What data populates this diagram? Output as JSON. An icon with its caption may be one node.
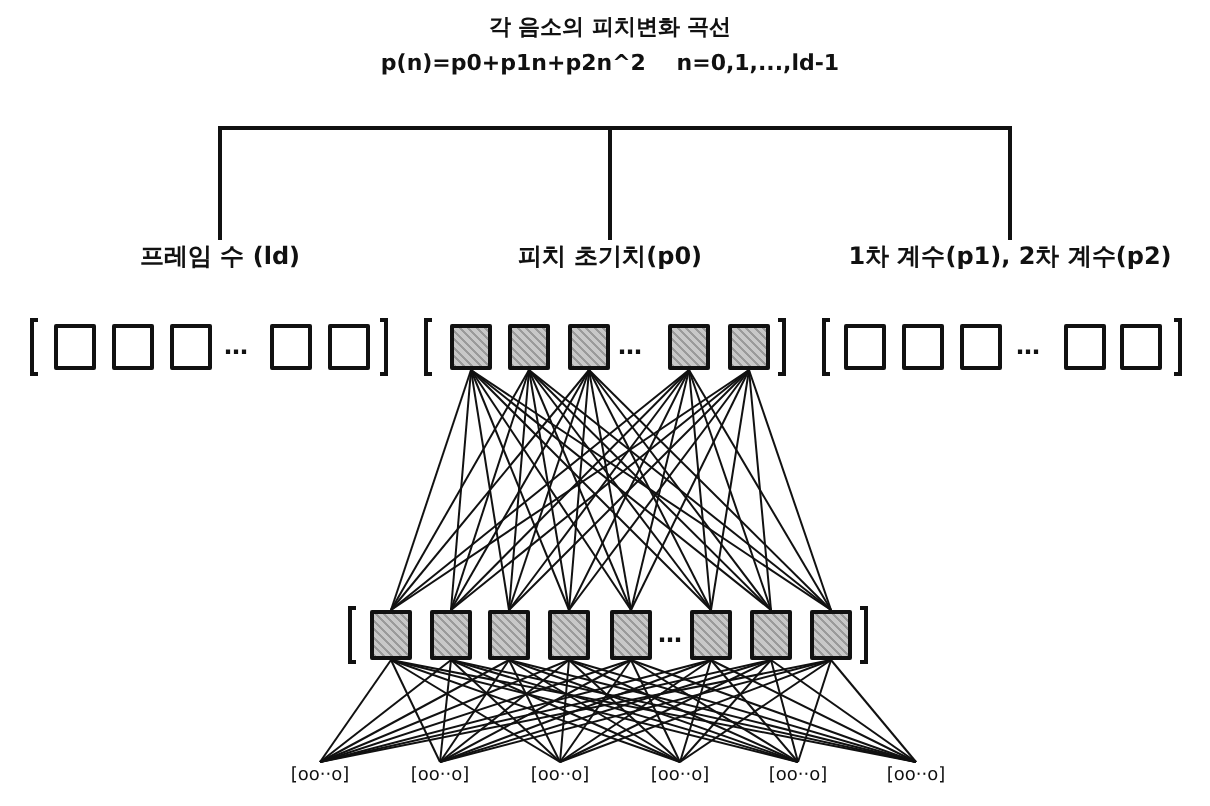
{
  "diagram": {
    "nodes": [
      {
        "text": [
          "각 음소의 피치변화 곡선",
          "p(n)=p0+p1n+p2n^2    n=0,1,...,ld-1"
        ]
      },
      {
        "text": [
          "프레임 수 (ld)"
        ]
      },
      {
        "text": [
          "피치 초기치(p0)"
        ]
      },
      {
        "text": [
          "1차 계수(p1), 2차 계수(p2)"
        ]
      },
      {
        "text": [],
        "shape": "box"
      },
      {
        "text": [],
        "shape": "box"
      },
      {
        "text": [],
        "shape": "box"
      },
      {
        "text": [],
        "shape": "box"
      },
      {
        "text": [],
        "shape": "box"
      },
      {
        "text": [],
        "shape": "box"
      },
      {
        "text": [],
        "shape": "box"
      },
      {
        "text": [],
        "shape": "box"
      },
      {
        "text": [],
        "shape": "box"
      },
      {
        "text": [],
        "shape": "box"
      },
      {
        "text": [],
        "shape": "box"
      },
      {
        "text": [],
        "shape": "box"
      },
      {
        "text": [],
        "shape": "box"
      },
      {
        "text": [],
        "shape": "box"
      },
      {
        "text": [],
        "shape": "box"
      },
      {
        "text": [],
        "shape": "box"
      },
      {
        "text": [],
        "shape": "box"
      },
      {
        "text": [],
        "shape": "box"
      },
      {
        "text": [],
        "shape": "box"
      },
      {
        "text": [],
        "shape": "box"
      },
      {
        "text": [],
        "shape": "box"
      },
      {
        "text": [],
        "shape": "box"
      },
      {
        "text": [],
        "shape": "box"
      },
      {
        "text": [
          "[oo··o]"
        ]
      },
      {
        "text": [
          "[oo··o]"
        ]
      },
      {
        "text": [
          "[oo··o]"
        ]
      },
      {
        "text": [
          "[oo··o]"
        ]
      },
      {
        "text": [
          "[oo··o]"
        ]
      },
      {
        "text": [
          "[oo··o]"
        ]
      }
    ],
    "edges": [
      {
        "from": 0,
        "to": 1,
        "arrow": "none"
      },
      {
        "from": 0,
        "to": 2,
        "arrow": "none"
      },
      {
        "from": 0,
        "to": 3,
        "arrow": "none"
      },
      {
        "from": 9,
        "to": 19,
        "arrow": "none"
      },
      {
        "from": 9,
        "to": 20,
        "arrow": "none"
      },
      {
        "from": 9,
        "to": 21,
        "arrow": "none"
      },
      {
        "from": 9,
        "to": 22,
        "arrow": "none"
      },
      {
        "from": 9,
        "to": 23,
        "arrow": "none"
      },
      {
        "from": 9,
        "to": 24,
        "arrow": "none"
      },
      {
        "from": 9,
        "to": 25,
        "arrow": "none"
      },
      {
        "from": 9,
        "to": 26,
        "arrow": "none"
      },
      {
        "from": 10,
        "to": 19,
        "arrow": "none"
      },
      {
        "from": 10,
        "to": 20,
        "arrow": "none"
      },
      {
        "from": 10,
        "to": 21,
        "arrow": "none"
      },
      {
        "from": 10,
        "to": 22,
        "arrow": "none"
      },
      {
        "from": 10,
        "to": 23,
        "arrow": "none"
      },
      {
        "from": 10,
        "to": 24,
        "arrow": "none"
      },
      {
        "from": 10,
        "to": 25,
        "arrow": "none"
      },
      {
        "from": 10,
        "to": 26,
        "arrow": "none"
      },
      {
        "from": 11,
        "to": 19,
        "arrow": "none"
      },
      {
        "from": 11,
        "to": 20,
        "arrow": "none"
      },
      {
        "from": 11,
        "to": 21,
        "arrow": "none"
      },
      {
        "from": 11,
        "to": 22,
        "arrow": "none"
      },
      {
        "from": 11,
        "to": 23,
        "arrow": "none"
      },
      {
        "from": 11,
        "to": 24,
        "arrow": "none"
      },
      {
        "from": 11,
        "to": 25,
        "arrow": "none"
      },
      {
        "from": 11,
        "to": 26,
        "arrow": "none"
      },
      {
        "from": 12,
        "to": 19,
        "arrow": "none"
      },
      {
        "from": 12,
        "to": 20,
        "arrow": "none"
      },
      {
        "from": 12,
        "to": 21,
        "arrow": "none"
      },
      {
        "from": 12,
        "to": 22,
        "arrow": "none"
      },
      {
        "from": 12,
        "to": 23,
        "arrow": "none"
      },
      {
        "from": 12,
        "to": 24,
        "arrow": "none"
      },
      {
        "from": 12,
        "to": 25,
        "arrow": "none"
      },
      {
        "from": 12,
        "to": 26,
        "arrow": "none"
      },
      {
        "from": 13,
        "to": 19,
        "arrow": "none"
      },
      {
        "from": 13,
        "to": 20,
        "arrow": "none"
      },
      {
        "from": 13,
        "to": 21,
        "arrow": "none"
      },
      {
        "from": 13,
        "to": 22,
        "arrow": "none"
      },
      {
        "from": 13,
        "to": 23,
        "arrow": "none"
      },
      {
        "from": 13,
        "to": 24,
        "arrow": "none"
      },
      {
        "from": 13,
        "to": 25,
        "arrow": "none"
      },
      {
        "from": 13,
        "to": 26,
        "arrow": "none"
      },
      {
        "from": 19,
        "to": 27,
        "arrow": "none"
      },
      {
        "from": 19,
        "to": 28,
        "arrow": "none"
      },
      {
        "from": 19,
        "to": 29,
        "arrow": "none"
      },
      {
        "from": 19,
        "to": 30,
        "arrow": "none"
      },
      {
        "from": 19,
        "to": 31,
        "arrow": "none"
      },
      {
        "from": 19,
        "to": 32,
        "arrow": "none"
      },
      {
        "from": 20,
        "to": 27,
        "arrow": "none"
      },
      {
        "from": 20,
        "to": 28,
        "arrow": "none"
      },
      {
        "from": 20,
        "to": 29,
        "arrow": "none"
      },
      {
        "from": 20,
        "to": 30,
        "arrow": "none"
      },
      {
        "from": 20,
        "to": 31,
        "arrow": "none"
      },
      {
        "from": 20,
        "to": 32,
        "arrow": "none"
      },
      {
        "from": 21,
        "to": 27,
        "arrow": "none"
      },
      {
        "from": 21,
        "to": 28,
        "arrow": "none"
      },
      {
        "from": 21,
        "to": 29,
        "arrow": "none"
      },
      {
        "from": 21,
        "to": 30,
        "arrow": "none"
      },
      {
        "from": 21,
        "to": 31,
        "arrow": "none"
      },
      {
        "from": 21,
        "to": 32,
        "arrow": "none"
      },
      {
        "from": 22,
        "to": 27,
        "arrow": "none"
      },
      {
        "from": 22,
        "to": 28,
        "arrow": "none"
      },
      {
        "from": 22,
        "to": 29,
        "arrow": "none"
      },
      {
        "from": 22,
        "to": 30,
        "arrow": "none"
      },
      {
        "from": 22,
        "to": 31,
        "arrow": "none"
      },
      {
        "from": 22,
        "to": 32,
        "arrow": "none"
      },
      {
        "from": 23,
        "to": 27,
        "arrow": "none"
      },
      {
        "from": 23,
        "to": 28,
        "arrow": "none"
      },
      {
        "from": 23,
        "to": 29,
        "arrow": "none"
      },
      {
        "from": 23,
        "to": 30,
        "arrow": "none"
      },
      {
        "from": 23,
        "to": 31,
        "arrow": "none"
      },
      {
        "from": 23,
        "to": 32,
        "arrow": "none"
      },
      {
        "from": 24,
        "to": 27,
        "arrow": "none"
      },
      {
        "from": 24,
        "to": 28,
        "arrow": "none"
      },
      {
        "from": 24,
        "to": 29,
        "arrow": "none"
      },
      {
        "from": 24,
        "to": 30,
        "arrow": "none"
      },
      {
        "from": 24,
        "to": 31,
        "arrow": "none"
      },
      {
        "from": 24,
        "to": 32,
        "arrow": "none"
      },
      {
        "from": 25,
        "to": 27,
        "arrow": "none"
      },
      {
        "from": 25,
        "to": 28,
        "arrow": "none"
      },
      {
        "from": 25,
        "to": 29,
        "arrow": "none"
      },
      {
        "from": 25,
        "to": 30,
        "arrow": "none"
      },
      {
        "from": 25,
        "to": 31,
        "arrow": "none"
      },
      {
        "from": 25,
        "to": 32,
        "arrow": "none"
      },
      {
        "from": 26,
        "to": 27,
        "arrow": "none"
      },
      {
        "from": 26,
        "to": 28,
        "arrow": "none"
      },
      {
        "from": 26,
        "to": 29,
        "arrow": "none"
      },
      {
        "from": 26,
        "to": 30,
        "arrow": "none"
      },
      {
        "from": 26,
        "to": 31,
        "arrow": "none"
      },
      {
        "from": 26,
        "to": 32,
        "arrow": "none"
      }
    ],
    "labels": [
      "…",
      "…",
      "…",
      "…"
    ]
  }
}
